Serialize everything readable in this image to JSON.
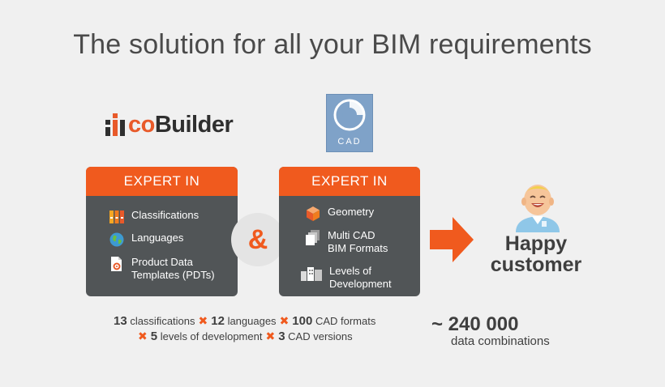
{
  "headline": "The solution for all your BIM requirements",
  "logos": {
    "cobuilder_prefix": "co",
    "cobuilder_suffix": "Builder",
    "cad_label": "CAD"
  },
  "panels": {
    "left": {
      "header": "EXPERT IN",
      "items": [
        "Classifications",
        "Languages",
        "Product Data",
        "Templates (PDTs)"
      ]
    },
    "right": {
      "header": "EXPERT IN",
      "items": [
        "Geometry",
        "Multi CAD",
        "BIM Formats",
        "Levels of",
        "Development"
      ]
    }
  },
  "connector": "&",
  "result": {
    "line1": "Happy",
    "line2": "customer"
  },
  "stats": {
    "classifications_num": "13",
    "classifications_label": "classifications",
    "languages_num": "12",
    "languages_label": "languages",
    "cad_formats_num": "100",
    "cad_formats_label": "CAD formats",
    "levels_num": "5",
    "levels_label": "levels of development",
    "cad_versions_num": "3",
    "cad_versions_label": "CAD versions",
    "combinations": "~ 240 000",
    "combinations_label": "data combinations"
  },
  "colors": {
    "accent": "#f05a1e",
    "panel": "#515557",
    "background": "#f0f0f0",
    "cad_blue": "#7fa2c8"
  }
}
